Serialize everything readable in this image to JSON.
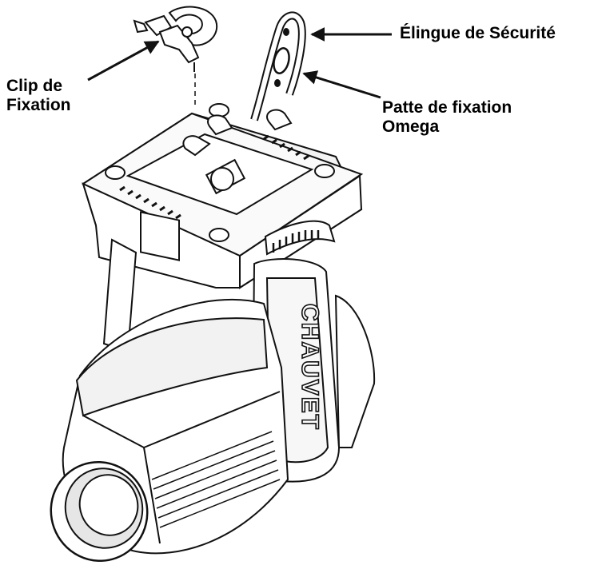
{
  "callouts": {
    "safety_cable": "Élingue de Sécurité",
    "omega_bracket_line1": "Patte de fixation",
    "omega_bracket_line2": "Omega",
    "mounting_clamp_line1": "Clip de",
    "mounting_clamp_line2": "Fixation"
  },
  "product_logo": "CHAUVET",
  "colors": {
    "line": "#111111",
    "shade": "#d9d9d9",
    "background": "#ffffff"
  }
}
